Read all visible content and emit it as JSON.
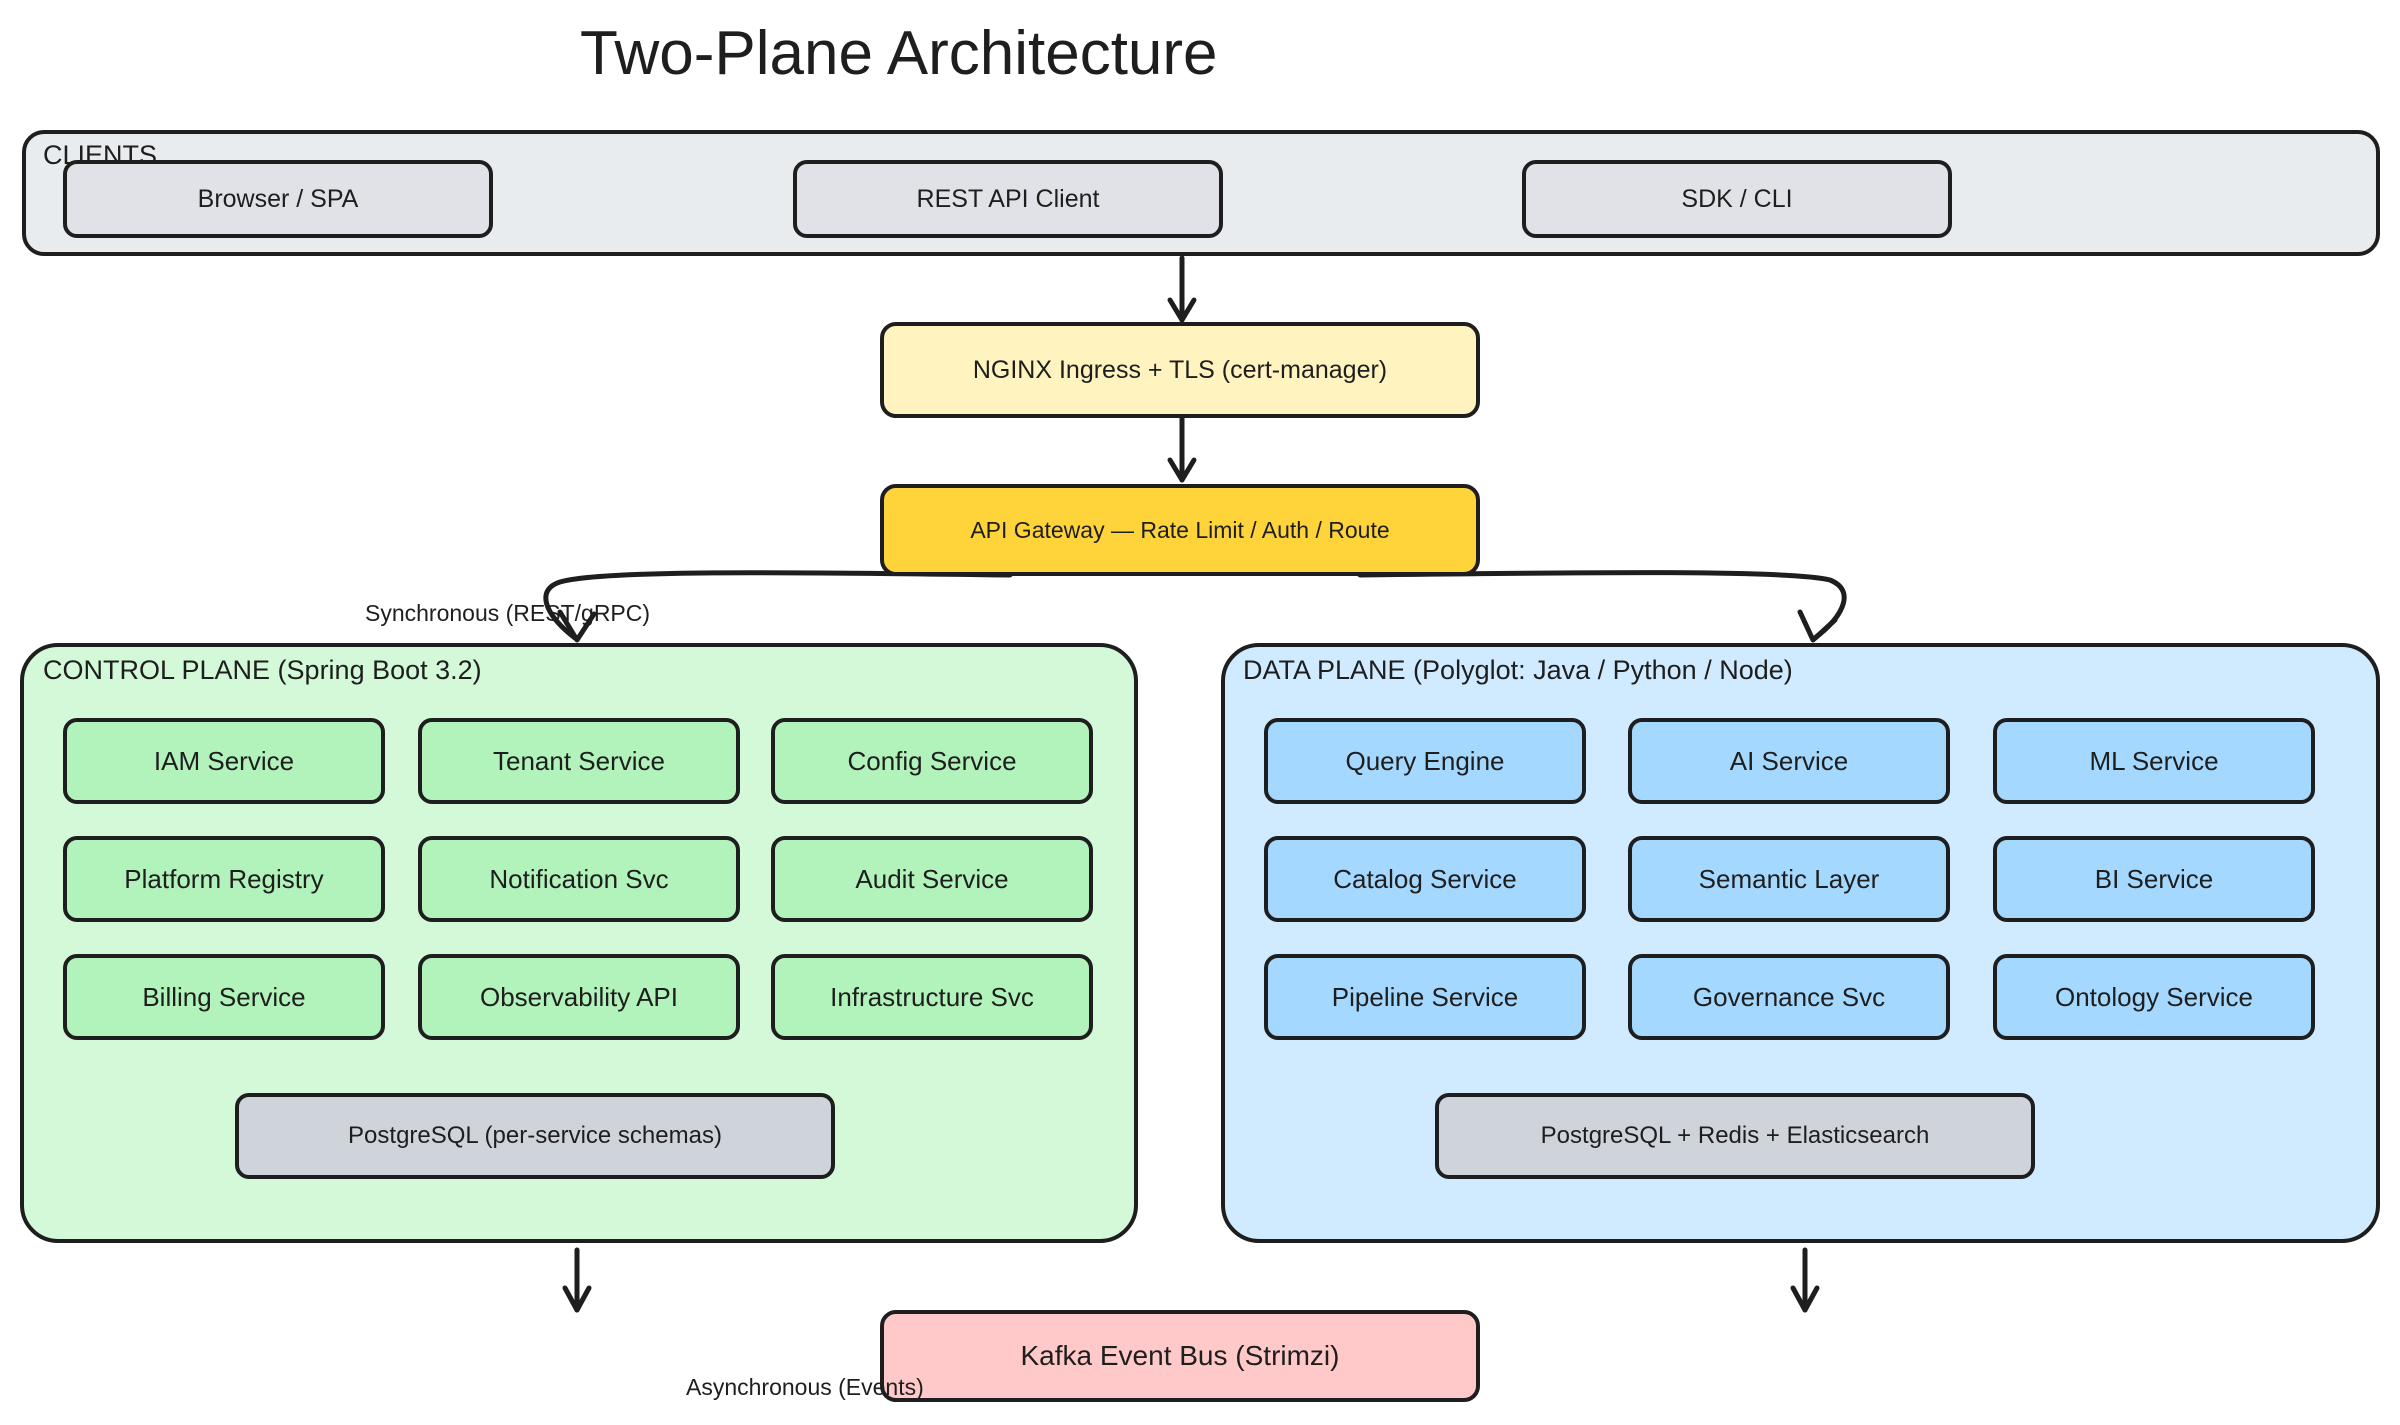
{
  "title": "Two-Plane Architecture",
  "clients": {
    "label": "CLIENTS",
    "items": [
      "Browser / SPA",
      "REST API Client",
      "SDK / CLI"
    ]
  },
  "ingress": "NGINX Ingress + TLS (cert-manager)",
  "gateway": "API Gateway — Rate Limit / Auth / Route",
  "labels": {
    "sync": "Synchronous (REST/gRPC)",
    "async": "Asynchronous (Events)"
  },
  "control_plane": {
    "label": "CONTROL PLANE (Spring Boot 3.2)",
    "services": [
      "IAM Service",
      "Tenant Service",
      "Config Service",
      "Platform Registry",
      "Notification Svc",
      "Audit Service",
      "Billing Service",
      "Observability API",
      "Infrastructure Svc"
    ],
    "database": "PostgreSQL (per-service schemas)"
  },
  "data_plane": {
    "label": "DATA PLANE (Polyglot: Java / Python / Node)",
    "services": [
      "Query Engine",
      "AI Service",
      "ML Service",
      "Catalog Service",
      "Semantic Layer",
      "BI Service",
      "Pipeline Service",
      "Governance Svc",
      "Ontology Service"
    ],
    "database": "PostgreSQL + Redis + Elasticsearch"
  },
  "event_bus": "Kafka Event Bus (Strimzi)",
  "colors": {
    "clients": "#e9ecef",
    "ingress": "#fff3bf",
    "gateway": "#ffd43b",
    "control_plane": "#d3f9d8",
    "control_service": "#b2f2bb",
    "data_plane": "#d0ebff",
    "data_service": "#a5d8ff",
    "database": "#ced4da",
    "event_bus": "#ffc9c9"
  }
}
